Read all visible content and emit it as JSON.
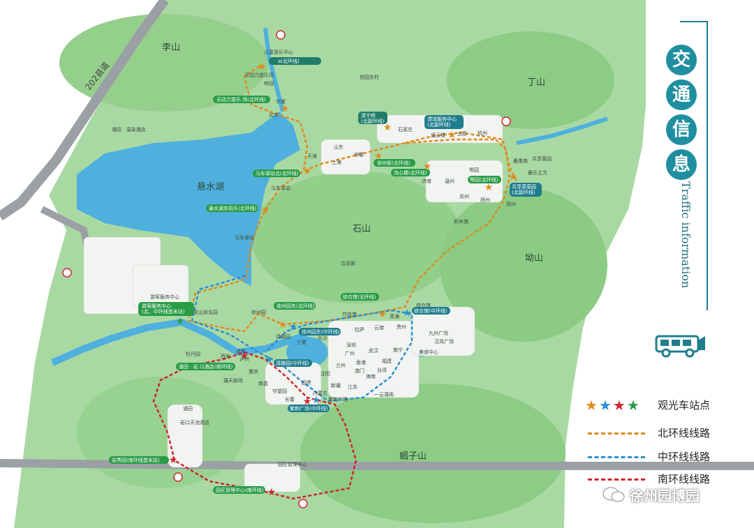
{
  "title": {
    "chars": [
      "交",
      "通",
      "信",
      "息"
    ],
    "english": "Traffic information"
  },
  "colors": {
    "north_loop": "#e08a1e",
    "middle_loop": "#2b8fd6",
    "south_loop": "#d0262e",
    "green_star": "#2a9c46",
    "panel_accent": "#1f8fa0",
    "lake": "#4fb0de",
    "park_green": "#8fce8a"
  },
  "legend": {
    "stations_label": "观光车站点",
    "star_colors": [
      "#e08a1e",
      "#2b8fd6",
      "#d0262e",
      "#2a9c46"
    ],
    "routes": [
      {
        "label": "北环线线路",
        "color": "#e08a1e"
      },
      {
        "label": "中环线线路",
        "color": "#2b8fd6"
      },
      {
        "label": "南环线线路",
        "color": "#d0262e"
      }
    ]
  },
  "areas": {
    "lishan": "李山",
    "dingshan": "丁山",
    "xuanshui_lake": "悬水湖",
    "shishan": "石山",
    "aoshan": "坳山",
    "xiezishan": "蝎子山",
    "road_202": "202县道"
  },
  "places": {
    "kids_center": "儿童游乐中心",
    "no_power_park": "无动力游乐场",
    "forest_garden": "林园",
    "ningxia": "宇夏",
    "beijing": "北京",
    "ni_garden_east": "倪园东村",
    "tianjin": "天津",
    "shandong": "山东",
    "shanghai": "上海",
    "anhui": "安徽",
    "shijiazhuang": "石家庄",
    "tai_yuan": "太原",
    "hangzhou": "杭州",
    "taiyun": "道云楼",
    "jinan": "济南",
    "wenzhou": "温州",
    "suzhou": "苏州",
    "yangzhou": "扬州",
    "zhengzhou": "郑州",
    "ezhou": "鄂园",
    "dieyuan": "叠重南",
    "zhuoyuan": "叠乐立方",
    "share_garden": "共享菜园",
    "jimuguan": "积木馆",
    "mache_station": "马车驿站",
    "mache_station_2": "马车驿站",
    "lvliang": "吕梁阁",
    "visitor_center": "游客服务中心",
    "liangshan_garden": "梁山依泓园",
    "xuzhou_garden": "徐州园",
    "zhuxian": "竹技馆",
    "zonghe": "综合馆",
    "qinghai": "青海",
    "guizhou": "贵州",
    "yunnan": "云南",
    "lasa": "拉萨",
    "ningxia2": "宁夏",
    "changsha": "长沙",
    "qingxu": "清趣园",
    "jiuzhou": "九州广场",
    "hanfeng": "汉风广场",
    "food_center": "美食中心",
    "shenzhen": "深圳",
    "guangzhou": "广州",
    "wuhan": "武汉",
    "nanning": "南宁",
    "fuzhou": "福建",
    "xianggang": "香港",
    "aomen": "澳门",
    "taiwan": "台湾",
    "hainan": "海南",
    "lanzhou": "兰州",
    "shenyang": "沈阳",
    "chongqing": "重庆",
    "nanchang": "南昌",
    "guiyang": "园贵",
    "xinjiang": "新疆",
    "changchun": "长春",
    "shouwang": "守望园",
    "neimeng": "内蒙古",
    "jiangsu": "江苏",
    "zijing": "紫荆广场",
    "yiyun": "一云蒲雨",
    "xi_an": "西安",
    "chengdu": "成都",
    "luzhou": "泸州",
    "peony": "牡丹园",
    "yucheng_hotel": "蒲天剧场",
    "tangtian": "涌田",
    "yankou_hotel": "岩口天池酒店",
    "park_office": "园区管理中心",
    "hantian_hotel": "涌田 · 温泉酒店"
  },
  "stations": {
    "a_north": "a(北环线)",
    "no_power_north": "无动力游乐 场(北环线)",
    "qingning_bridge": "清宁桥\n(北副环线)",
    "piaoliu_center": "漂流服务中心\n(北副环线)",
    "xuzhou_street": "徐州街(北环线)",
    "xinxin_tower": "洗心楼(北环线)",
    "ezhou_north": "鄂园(北环线)",
    "mache_north": "马车驿站北(北环线)",
    "share_garden_station": "共享菜菜园\n(北副环线)",
    "lake_east_north": "悬水湖东码头(北环线)",
    "visitor_terminal": "游客服务中心\n(北、中环线首末站)",
    "xuzhou_garden_north": "徐州园东(北环线)",
    "xuzhou_garden_mid": "徐州园东(中环线)",
    "zonghe_north": "综合馆(北环线)",
    "zonghe_mid": "综合馆(中环线)",
    "qingxu_mid": "清趣园(中环线)",
    "hantian_south": "涌田 · 岩 口酒店(南环线)",
    "zijing_mid": "紫荆广场(中环线)",
    "yanxiu_terminal": "岩秀园(南环线首末站)",
    "park_office_south": "园区管理中心(南环线)"
  },
  "watermark": "徐州园博园"
}
